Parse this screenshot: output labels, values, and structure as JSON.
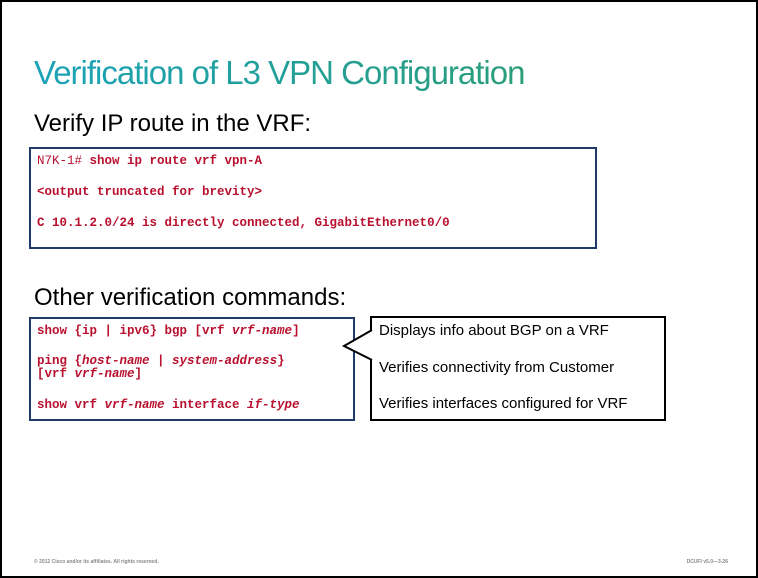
{
  "title": "Verification of L3 VPN Configuration",
  "section1": {
    "heading": "Verify IP route in the VRF:",
    "code": [
      {
        "prefix": "N7K-1# ",
        "command": "show ip route vrf vpn-A"
      },
      {
        "text": "<output truncated for brevity>"
      },
      {
        "text": "C 10.1.2.0/24 is directly connected, GigabitEthernet0/0"
      }
    ]
  },
  "section2": {
    "heading": "Other verification commands:",
    "cmd1": {
      "a": "show {ip | ipv6} bgp [vrf ",
      "b": "vrf-name",
      "c": "]"
    },
    "cmd2": {
      "a": "ping {",
      "b": "host-name",
      "c": " | ",
      "d": "system-address",
      "e": "}",
      "f": "[vrf ",
      "g": "vrf-name",
      "h": "]"
    },
    "cmd3": {
      "a": "show vrf ",
      "b": "vrf-name",
      "c": " interface ",
      "d": "if-type"
    },
    "descriptions": [
      "Displays info about BGP on a VRF",
      "Verifies connectivity from Customer",
      "Verifies interfaces configured for VRF"
    ]
  },
  "footer": {
    "left": "© 2012 Cisco and/or its affiliates. All rights reserved.",
    "right": "DCUFI v5.0—3-26"
  },
  "colors": {
    "title_start": "#1aa3b8",
    "title_end": "#2a9d7a",
    "code_text": "#b8102e",
    "code_border": "#1f3a6b"
  }
}
